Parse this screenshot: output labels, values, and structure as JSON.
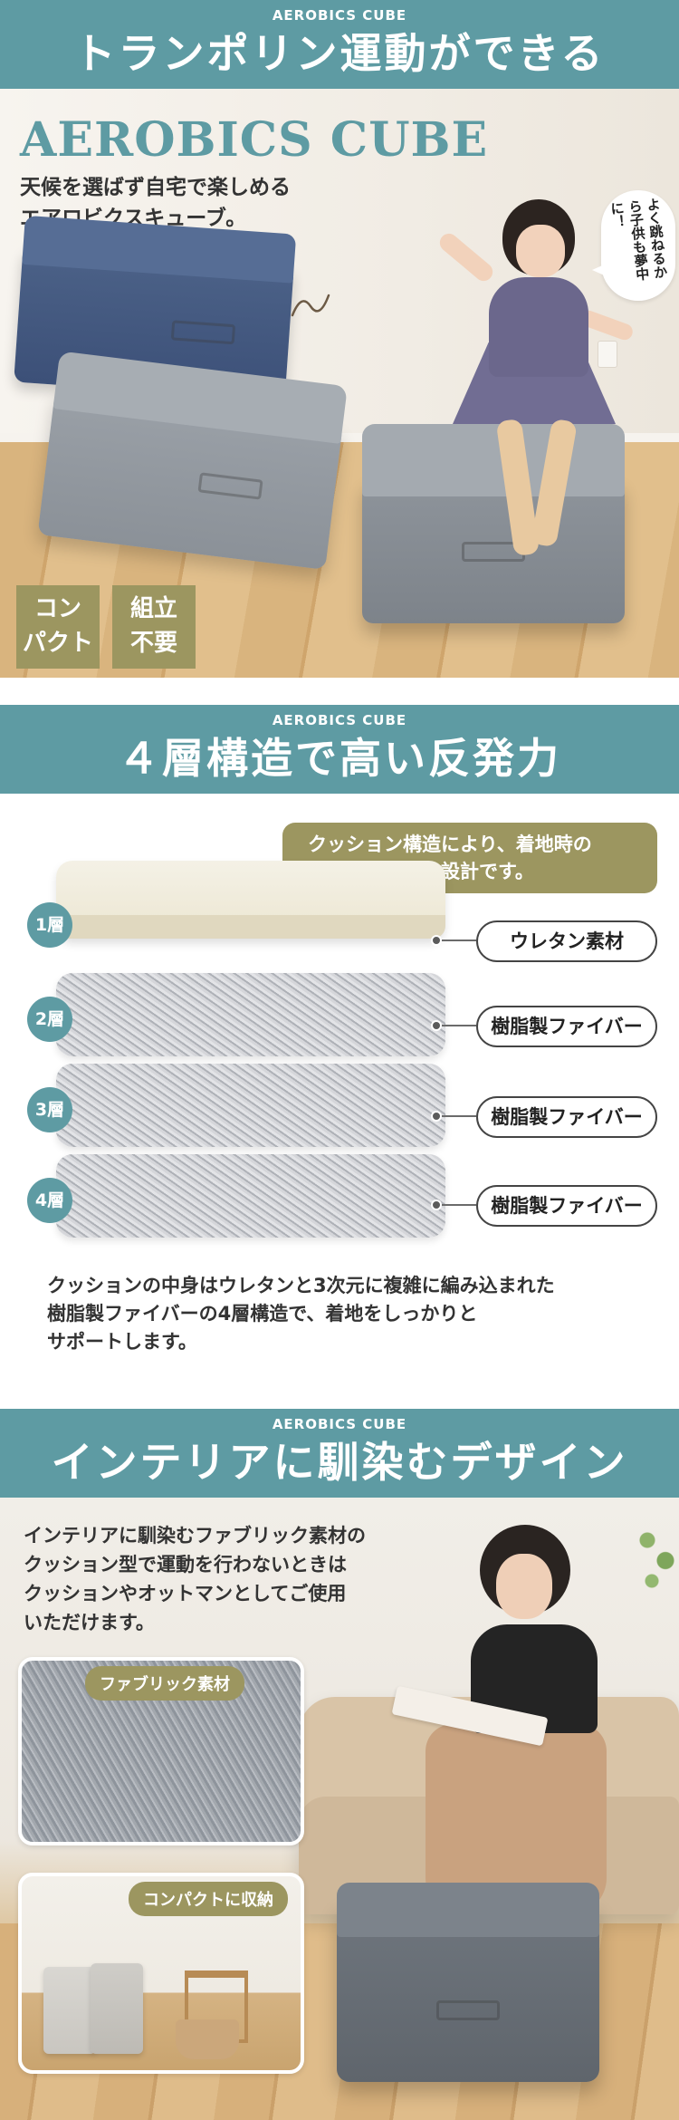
{
  "section1": {
    "kicker": "AEROBICS CUBE",
    "title": "トランポリン運動ができる",
    "brand": "AEROBICS CUBE",
    "lead_line1": "天候を選ばず自宅で楽しめる",
    "lead_line2": "エアロビクスキューブ。",
    "speech_bubble": "よく跳ねるから子供も夢中に！",
    "tag_compact": "コン\nパクト",
    "tag_no_assembly": "組立\n不要"
  },
  "section2": {
    "kicker": "AEROBICS CUBE",
    "title": "４層構造で高い反発力",
    "callout_line1": "クッション構造により、着地時の",
    "callout_line2": "衝撃を緩和する設計です。",
    "layers": [
      {
        "number": "1層",
        "material": "ウレタン素材"
      },
      {
        "number": "2層",
        "material": "樹脂製ファイバー"
      },
      {
        "number": "3層",
        "material": "樹脂製ファイバー"
      },
      {
        "number": "4層",
        "material": "樹脂製ファイバー"
      }
    ],
    "body_line1": "クッションの中身はウレタンと3次元に複雑に編み込まれた",
    "body_line2": "樹脂製ファイバーの4層構造で、着地をしっかりと",
    "body_line3": "サポートします。"
  },
  "section3": {
    "kicker": "AEROBICS CUBE",
    "title": "インテリアに馴染むデザイン",
    "lead_line1": "インテリアに馴染むファブリック素材の",
    "lead_line2": "クッション型で運動を行わないときは",
    "lead_line3": "クッションやオットマンとしてご使用",
    "lead_line4": "いただけます。",
    "label_fabric": "ファブリック素材",
    "label_storage": "コンパクトに収納"
  },
  "colors": {
    "teal": "#5e9ba3",
    "olive": "#9c9660",
    "white": "#ffffff"
  }
}
